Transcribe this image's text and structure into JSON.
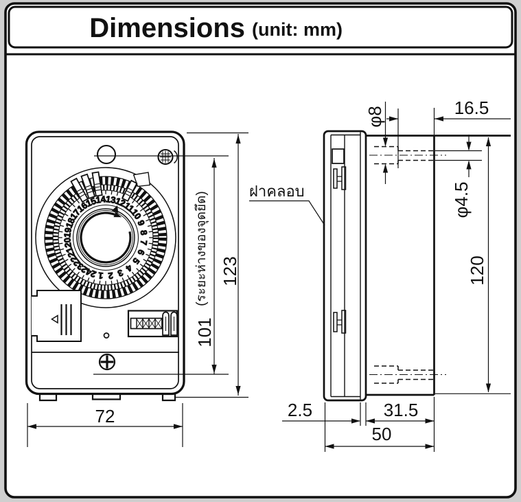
{
  "title": {
    "main": "Dimensions",
    "unit": "(unit: mm)"
  },
  "front_view": {
    "width_mm": "72",
    "height_mm": "123",
    "mounting_distance_mm": "101",
    "mounting_note": "(ระยะห่างของจุดยึด)",
    "dial_numbers": [
      1,
      2,
      3,
      4,
      5,
      6,
      7,
      8,
      9,
      10,
      11,
      12,
      13,
      14,
      15,
      16,
      17,
      18,
      19,
      20,
      21,
      22,
      23,
      24
    ]
  },
  "side_view": {
    "cover_label": "ฝาคลอบ",
    "hole_diameter_large": "φ8",
    "hole_diameter_small": "φ4.5",
    "hole_offset_mm": "16.5",
    "mounting_span_mm": "120",
    "cover_lip_mm": "2.5",
    "body_depth_mm": "31.5",
    "total_depth_mm": "50"
  },
  "colors": {
    "line": "#111111",
    "paper": "#ffffff",
    "page_bg": "#cfcfcf"
  }
}
